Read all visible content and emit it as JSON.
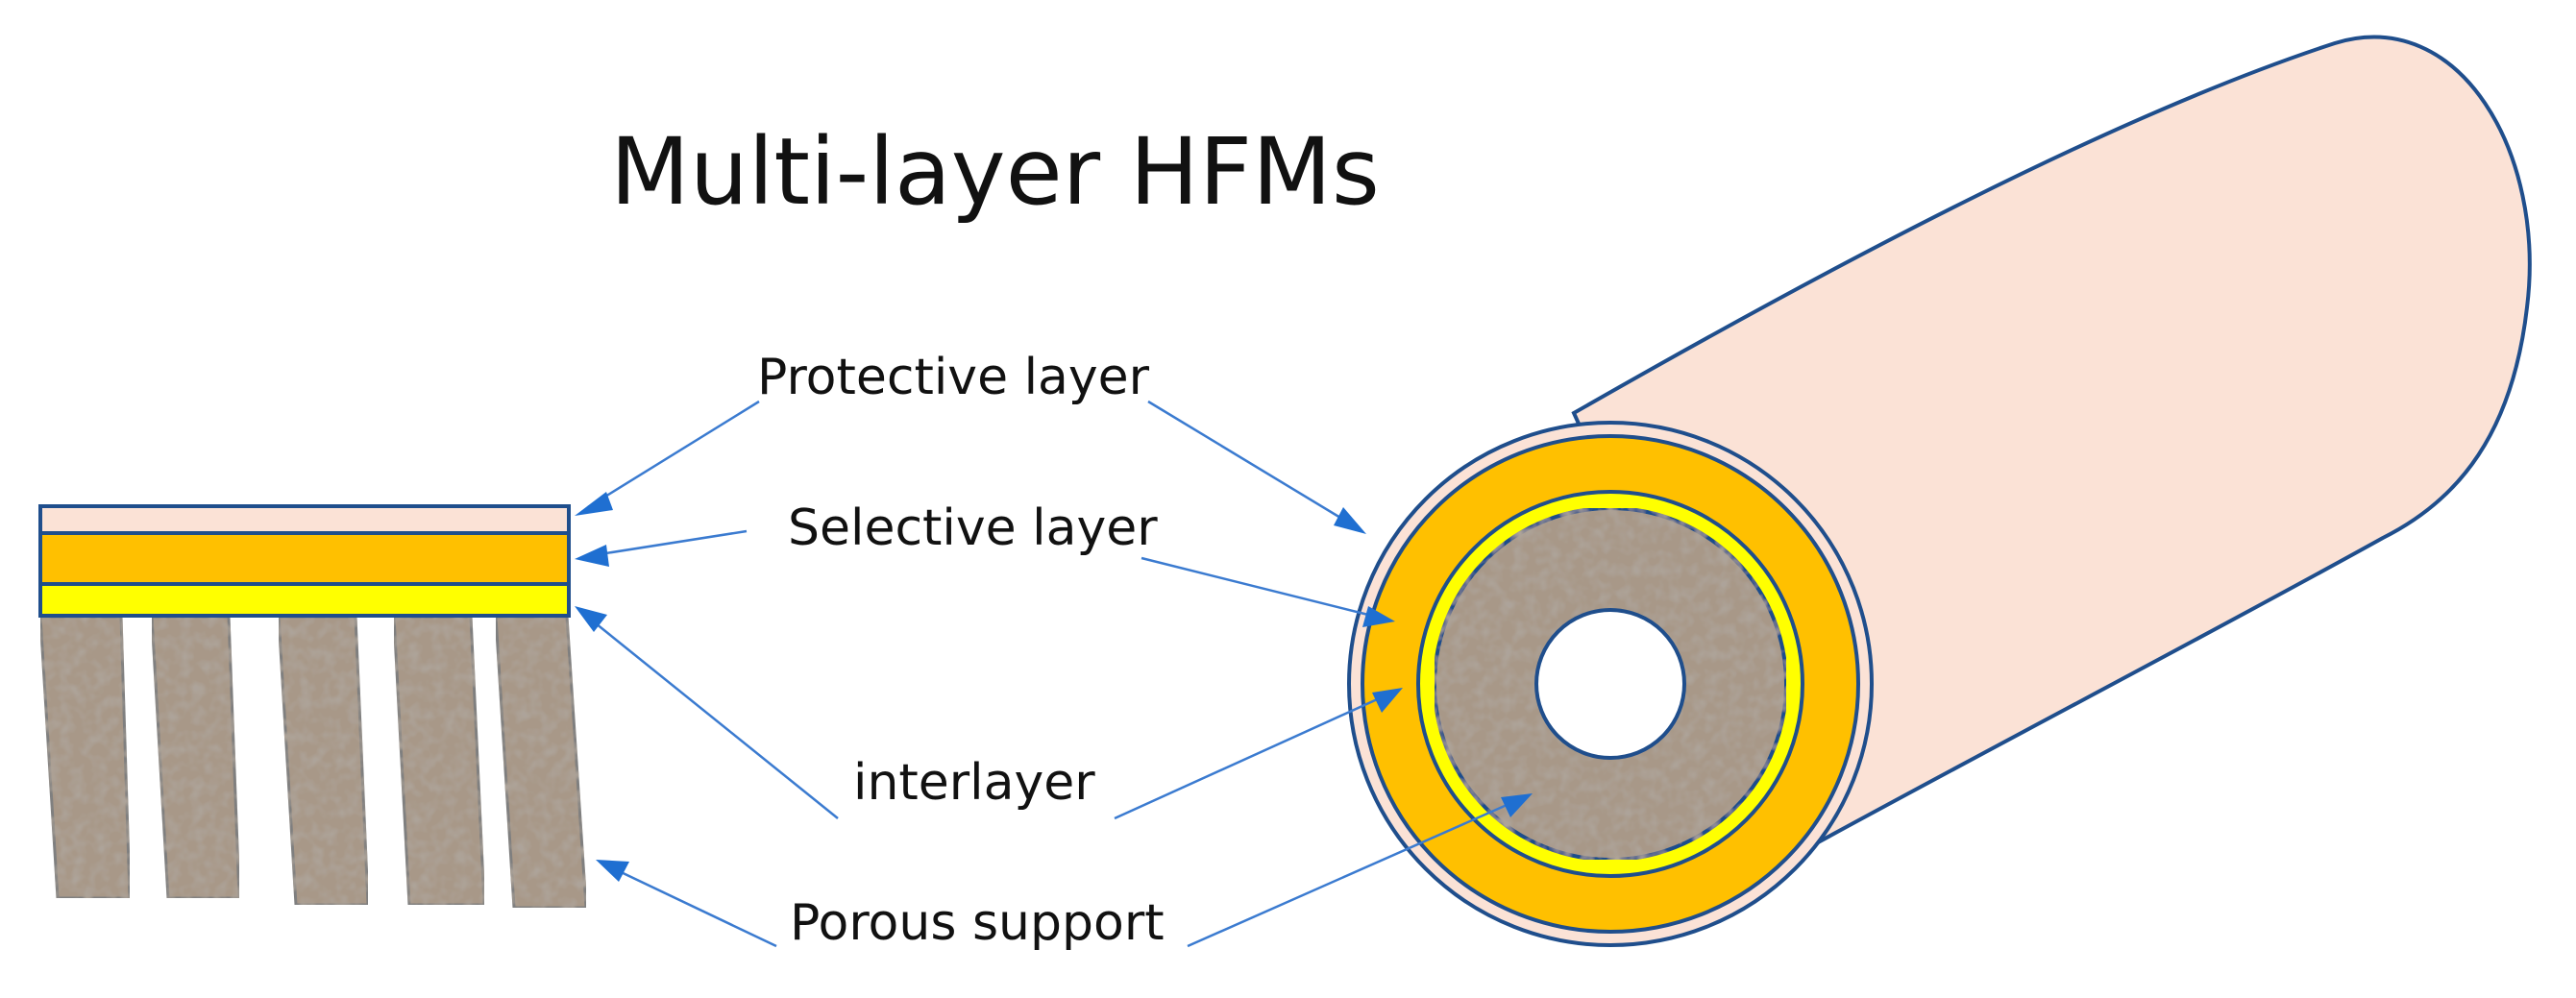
{
  "title": "Multi-layer HFMs",
  "labels": {
    "protective": "Protective layer",
    "selective": "Selective layer",
    "interlayer": "interlayer",
    "porous": "Porous support"
  },
  "colors": {
    "protective": "#fbe2d6",
    "selective": "#ffc000",
    "interlayer": "#ffff00",
    "porous": "#a89888",
    "porous_speckle": "#6e5f52",
    "outline": "#1f4e8c",
    "arrow": "#1f6fd1",
    "leader": "#3b7bd0"
  }
}
